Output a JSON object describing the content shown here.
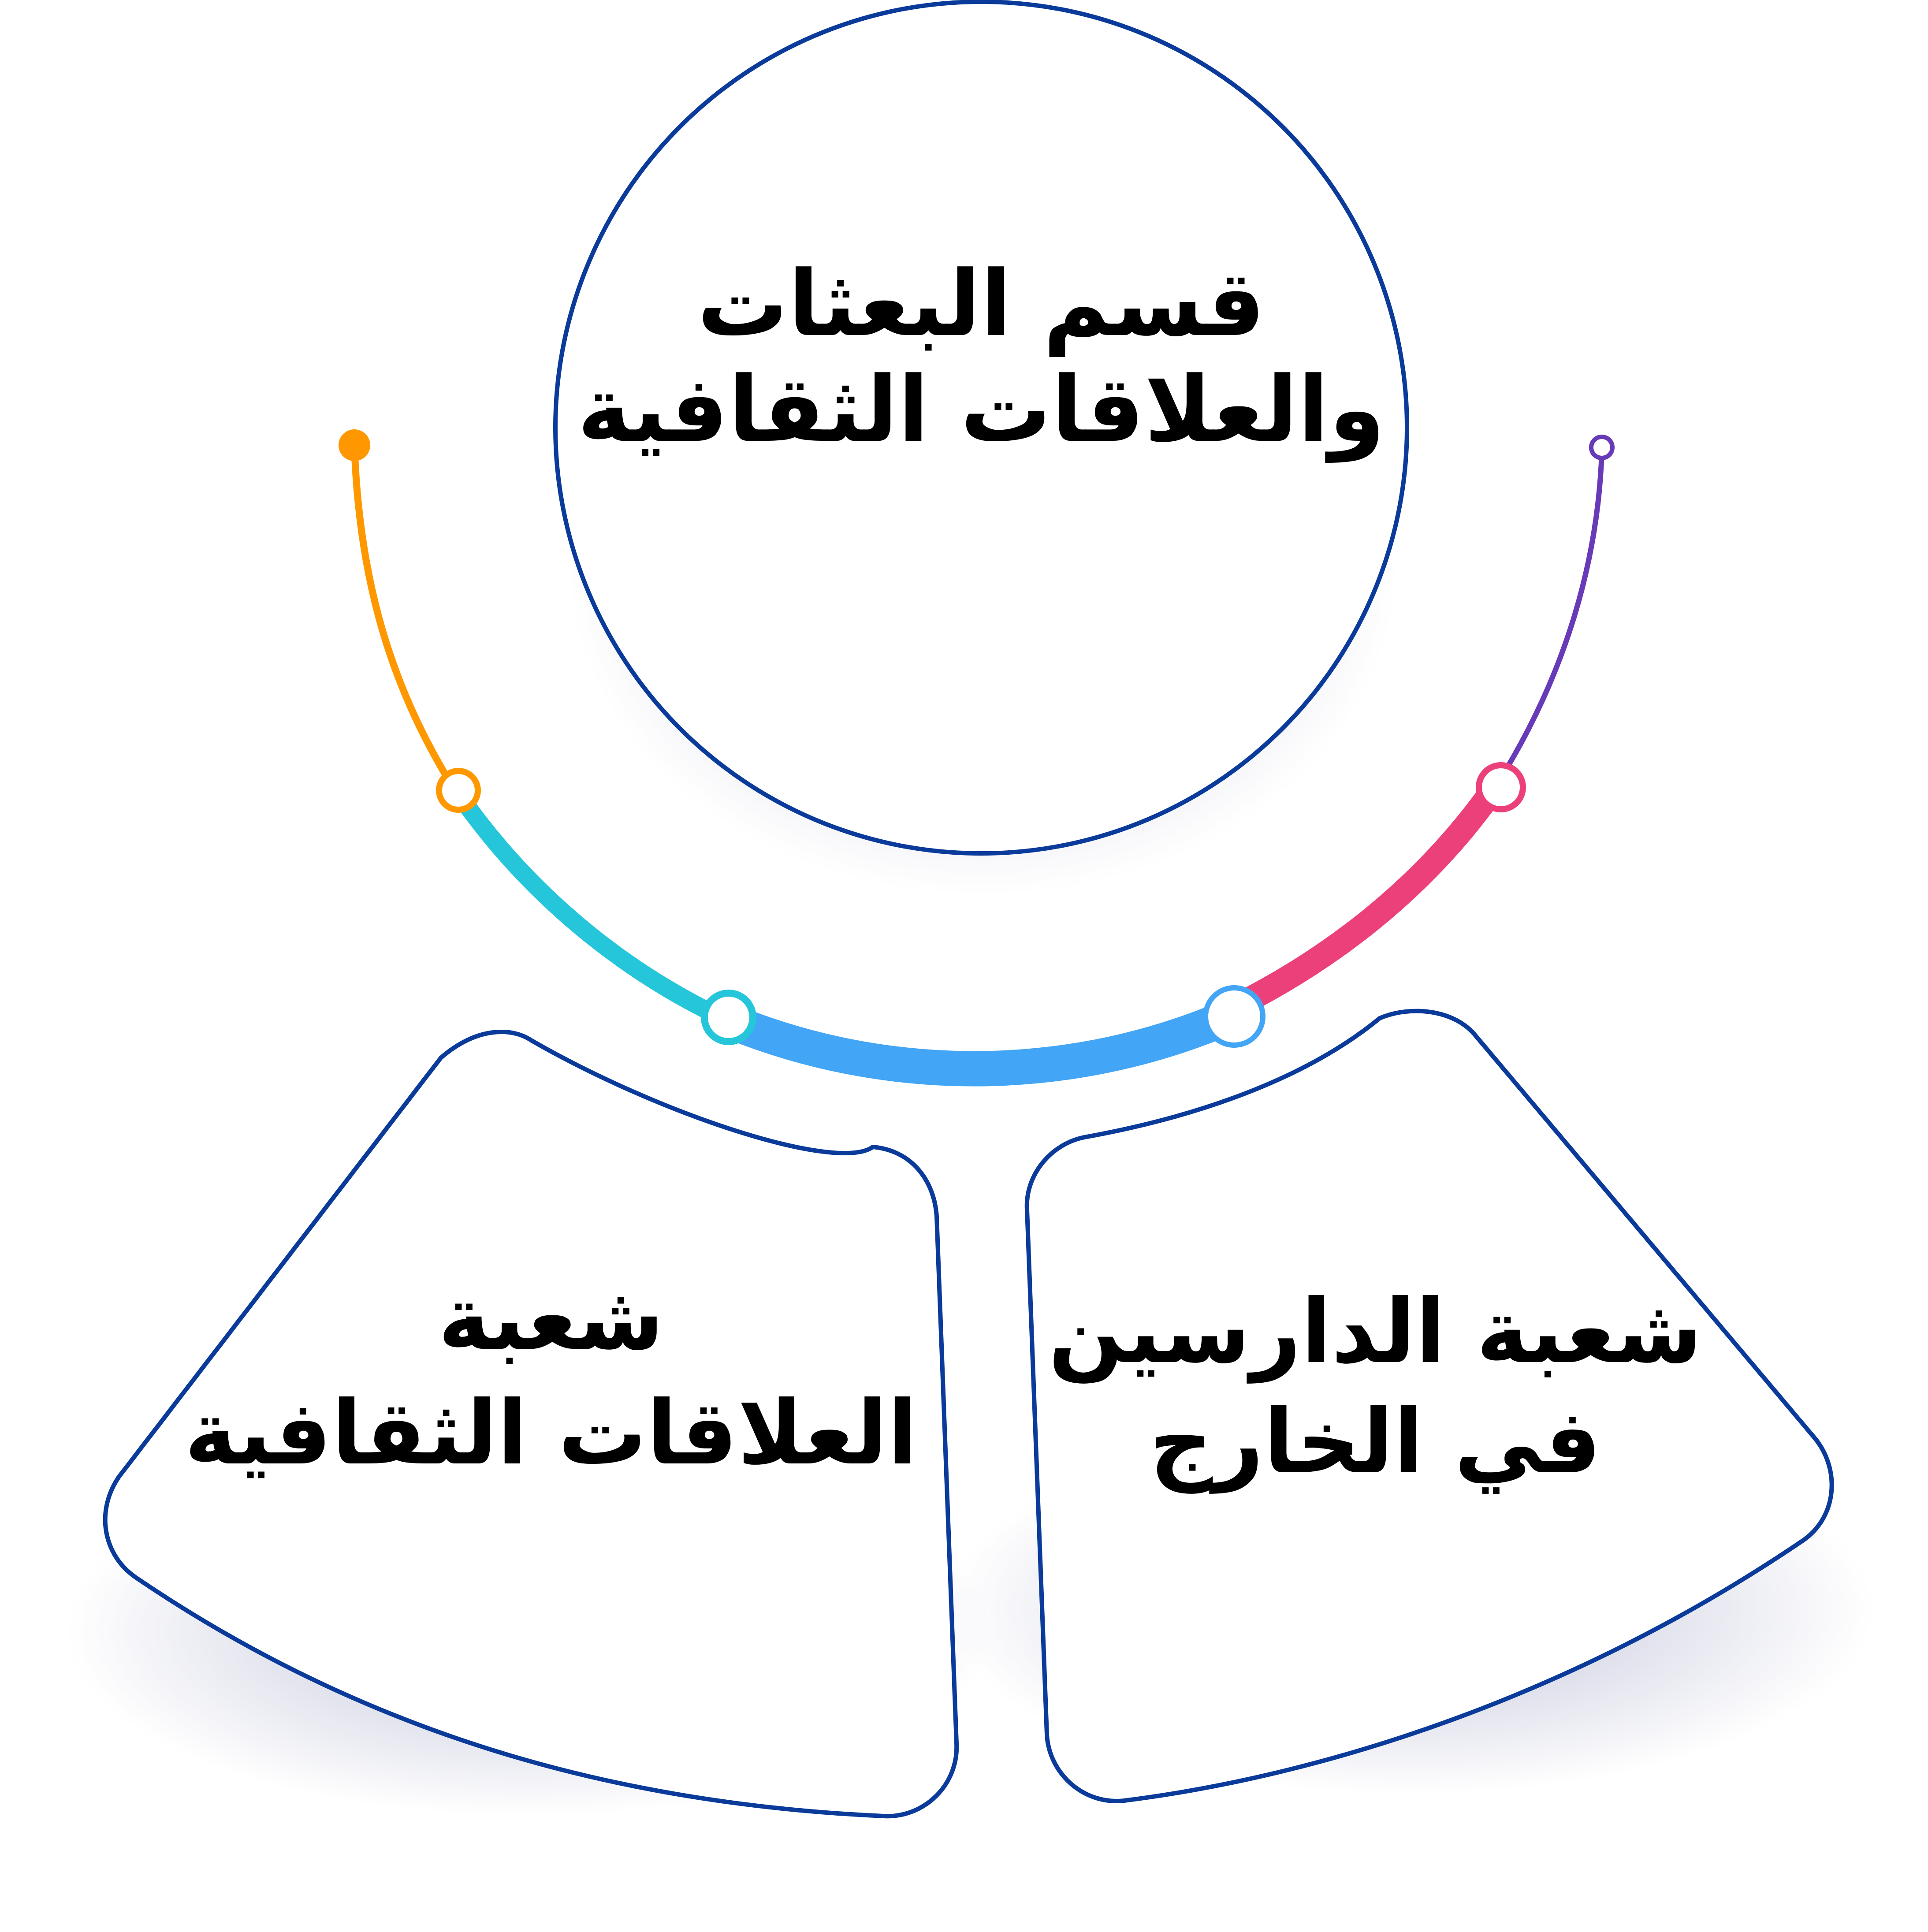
{
  "nodes": {
    "top": {
      "line1": "قسم البعثات",
      "line2": "والعلاقات الثقافية"
    },
    "bottom_left": {
      "line1": "شعبة",
      "line2": "العلاقات الثقافية"
    },
    "bottom_right": {
      "line1": "شعبة الدارسين",
      "line2": "في الخارج"
    }
  },
  "colors": {
    "outline": "#0a3a9a",
    "orange": "#ff9800",
    "cyan": "#26c6da",
    "blue": "#42a5f5",
    "pink": "#ec407a",
    "purple": "#673ab7"
  }
}
